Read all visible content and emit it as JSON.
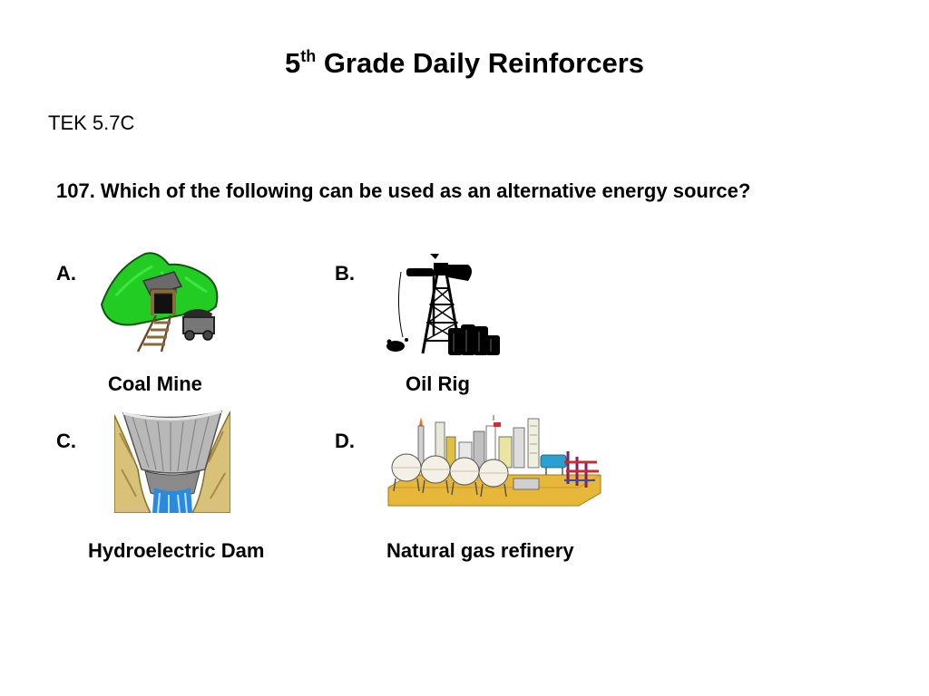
{
  "slide": {
    "title_prefix": "5",
    "title_sup": "th",
    "title_rest": " Grade Daily Reinforcers",
    "tek": "TEK 5.7C",
    "question": "107. Which of the following can be used as an alternative energy source?"
  },
  "options": [
    {
      "letter": "A.",
      "caption": "Coal Mine",
      "icon": "coal-mine-illustration"
    },
    {
      "letter": "B.",
      "caption": "Oil Rig",
      "icon": "oil-rig-illustration"
    },
    {
      "letter": "C.",
      "caption": "Hydroelectric Dam",
      "icon": "hydroelectric-dam-illustration"
    },
    {
      "letter": "D.",
      "caption": "Natural gas refinery",
      "icon": "gas-refinery-illustration"
    }
  ]
}
